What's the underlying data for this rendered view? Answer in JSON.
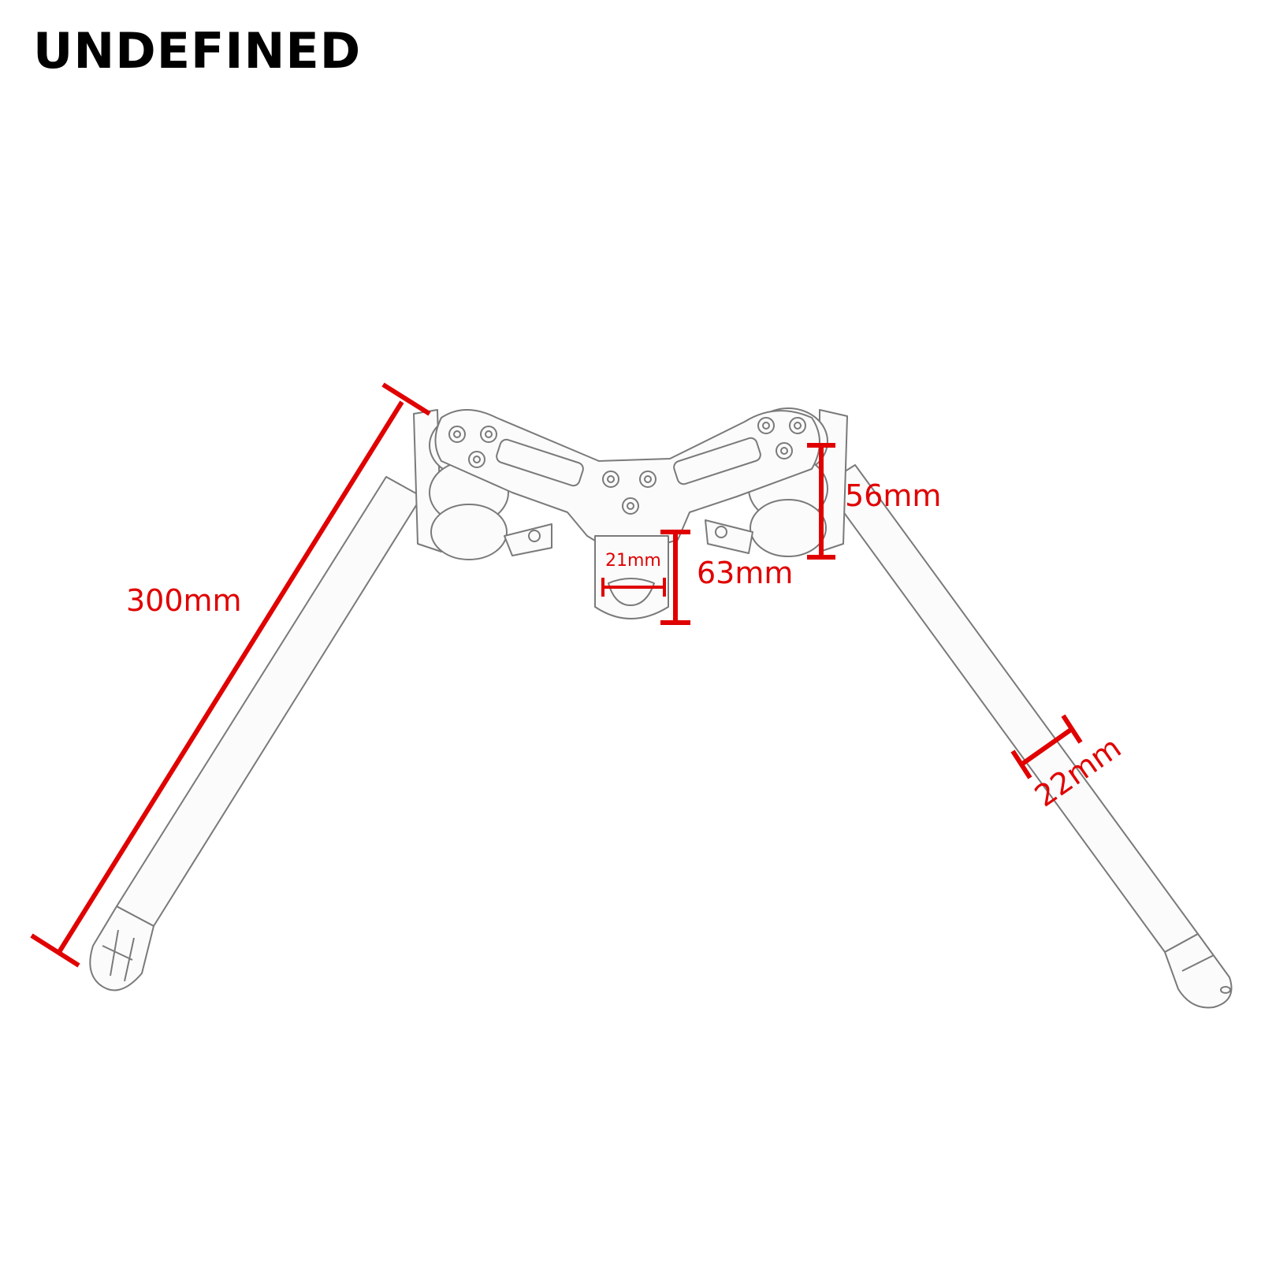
{
  "brand": {
    "text": "UNDEFINED"
  },
  "dimensions": {
    "bar_length": "300mm",
    "riser_height": "56mm",
    "clamp_height": "63mm",
    "center_hole": "21mm",
    "tube_diameter": "22mm"
  },
  "colors": {
    "dimension": "#e00000",
    "outline": "#7a7a7a",
    "part_fill": "#fbfbfb"
  }
}
